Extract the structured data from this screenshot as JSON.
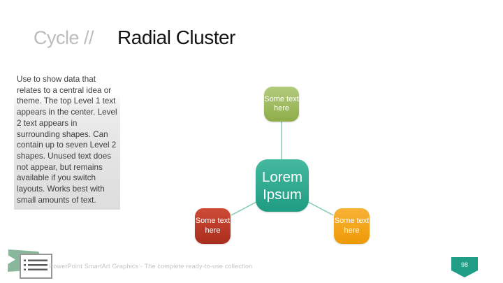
{
  "title": {
    "prefix": "Cycle //",
    "main": "Radial Cluster"
  },
  "description": "Use to show data that relates to a central idea or theme. The top Level 1 text appears in the center. Level 2 text appears in surrounding shapes. Can contain up to seven Level 2 shapes. Unused text does not appear, but remains available if you switch layouts. Works best with small amounts of text.",
  "diagram": {
    "type": "radial-cluster-smartart",
    "center_node": {
      "label": "Lorem Ipsum",
      "color_name": "teal"
    },
    "satellite_nodes": [
      {
        "position": "top",
        "label": "Some text here",
        "color_name": "green"
      },
      {
        "position": "bottom-left",
        "label": "Some text here",
        "color_name": "red"
      },
      {
        "position": "bottom-right",
        "label": "Some text here",
        "color_name": "orange"
      }
    ]
  },
  "footer": {
    "logo_icon": "green-ribbon-list-card-logo",
    "text": "PowerPoint SmartArt Graphics - The complete ready-to-use collection",
    "page_number": "98"
  },
  "colors": {
    "title-gray": "#bcbcbc",
    "title-black": "#141414",
    "body-text": "#3d3d3d",
    "connector": "#7cc9b5",
    "teal-top": "#45b99f",
    "teal-bottom": "#1f9c82",
    "green-top": "#b3cb7d",
    "green-bottom": "#8ead48",
    "red-top": "#ce4b36",
    "red-bottom": "#a92d1d",
    "orange-top": "#f8b237",
    "orange-bottom": "#ee9a05",
    "footer-gray": "#c4c4c4",
    "logo-green": "#88b79c",
    "logo-card-border": "#969696",
    "logo-card-lines": "#5a5a5a",
    "pennant-teal": "#1f9e85"
  }
}
